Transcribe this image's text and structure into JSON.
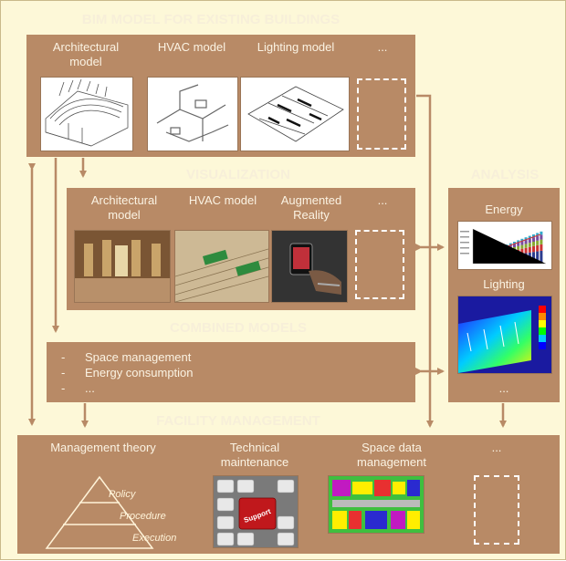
{
  "bim": {
    "title": "BIM MODEL FOR EXISTING BUILDINGS",
    "labels": [
      "Architectural model",
      "HVAC model",
      "Lighting model",
      "..."
    ]
  },
  "visualization": {
    "title": "VISUALIZATION",
    "labels": [
      "Architectural model",
      "HVAC model",
      "Augmented Reality",
      "..."
    ]
  },
  "analysis": {
    "title": "ANALYSIS",
    "labels": [
      "Energy",
      "Lighting",
      "..."
    ]
  },
  "combined": {
    "title": "COMBINED MODELS",
    "items": [
      "Space management",
      "Energy consumption",
      "..."
    ]
  },
  "fm": {
    "title": "FACILITY MANAGEMENT",
    "labels": [
      "Management theory",
      "Technical maintenance",
      "Space data management",
      "..."
    ],
    "pyramid": [
      "Policy",
      "Procedure",
      "Execution"
    ],
    "support_key": "Support"
  },
  "colors": {
    "box": "#b88a66",
    "background": "#fdf8d8",
    "arrow": "#b88a66"
  }
}
